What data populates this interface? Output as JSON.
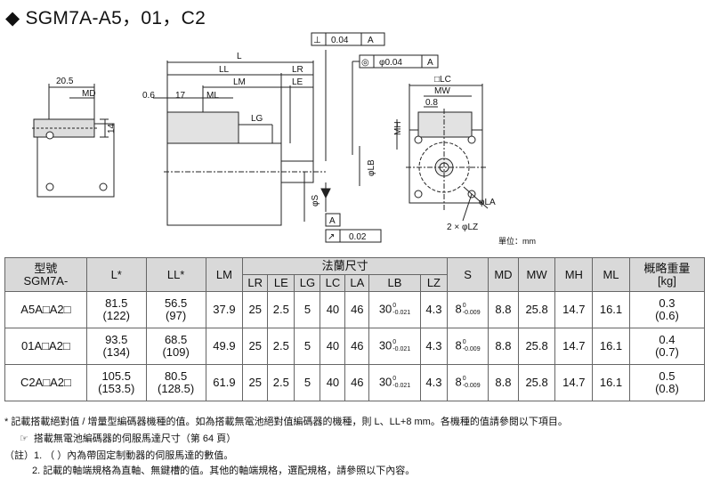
{
  "title": "SGM7A-A5，01，C2",
  "drawing": {
    "labels": {
      "L": "L",
      "LL": "LL",
      "LR": "LR",
      "LM": "LM",
      "LE": "LE",
      "LG": "LG",
      "MD": "MD",
      "ML": "ML",
      "MH": "MH",
      "MW": "MW",
      "LC": "□LC",
      "LA": "φLA",
      "LZ": "2 × φLZ",
      "S": "φS",
      "LB": "φLB",
      "d205": "20.5",
      "d06": "0.6",
      "d17": "17",
      "d14": "14",
      "d08": "0.8",
      "tol1_sym": "⊥",
      "tol1_val": "0.04",
      "tol1_ref": "A",
      "tol2_sym": "◎",
      "tol2_val": "φ0.04",
      "tol2_ref": "A",
      "tol3_sym": "↗",
      "tol3_val": "0.02",
      "datum": "A"
    },
    "unit": "單位：mm"
  },
  "table": {
    "h_model": "型號\nSGM7A-",
    "h_model_l1": "型號",
    "h_model_l2": "SGM7A-",
    "h_L": "L*",
    "h_LL": "LL*",
    "h_LM": "LM",
    "h_flange": "法蘭尺寸",
    "h_LR": "LR",
    "h_LE": "LE",
    "h_LG": "LG",
    "h_LC": "LC",
    "h_LA": "LA",
    "h_LB": "LB",
    "h_LZ": "LZ",
    "h_S": "S",
    "h_MD": "MD",
    "h_MW": "MW",
    "h_MH": "MH",
    "h_ML": "ML",
    "h_weight_l1": "概略重量",
    "h_weight_l2": "[kg]",
    "rows": [
      {
        "model": "A5A□A2□",
        "L1": "81.5",
        "L2": "(122)",
        "LL1": "56.5",
        "LL2": "(97)",
        "LM": "37.9",
        "LR": "25",
        "LE": "2.5",
        "LG": "5",
        "LC": "40",
        "LA": "46",
        "LB": "30",
        "LB_up": "0",
        "LB_lo": "-0.021",
        "LZ": "4.3",
        "S": "8",
        "S_up": "0",
        "S_lo": "-0.009",
        "MD": "8.8",
        "MW": "25.8",
        "MH": "14.7",
        "ML": "16.1",
        "W1": "0.3",
        "W2": "(0.6)"
      },
      {
        "model": "01A□A2□",
        "L1": "93.5",
        "L2": "(134)",
        "LL1": "68.5",
        "LL2": "(109)",
        "LM": "49.9",
        "LR": "25",
        "LE": "2.5",
        "LG": "5",
        "LC": "40",
        "LA": "46",
        "LB": "30",
        "LB_up": "0",
        "LB_lo": "-0.021",
        "LZ": "4.3",
        "S": "8",
        "S_up": "0",
        "S_lo": "-0.009",
        "MD": "8.8",
        "MW": "25.8",
        "MH": "14.7",
        "ML": "16.1",
        "W1": "0.4",
        "W2": "(0.7)"
      },
      {
        "model": "C2A□A2□",
        "L1": "105.5",
        "L2": "(153.5)",
        "LL1": "80.5",
        "LL2": "(128.5)",
        "LM": "61.9",
        "LR": "25",
        "LE": "2.5",
        "LG": "5",
        "LC": "40",
        "LA": "46",
        "LB": "30",
        "LB_up": "0",
        "LB_lo": "-0.021",
        "LZ": "4.3",
        "S": "8",
        "S_up": "0",
        "S_lo": "-0.009",
        "MD": "8.8",
        "MW": "25.8",
        "MH": "14.7",
        "ML": "16.1",
        "W1": "0.5",
        "W2": "(0.8)"
      }
    ]
  },
  "notes": {
    "star": "* 記載搭載絕對值 / 增量型編碼器機種的值。如為搭載無電池絕對值編碼器的機種，則 L、LL+8 mm。各機種的值請參閱以下項目。",
    "link": "搭載無電池編碼器的伺服馬達尺寸（第 64 頁）",
    "note1": "（註）1. （  ）內為帶固定制動器的伺服馬達的數值。",
    "note2": "2. 記載的軸端規格為直軸、無鍵槽的值。其他的軸端規格，選配規格，請參照以下內容。"
  }
}
